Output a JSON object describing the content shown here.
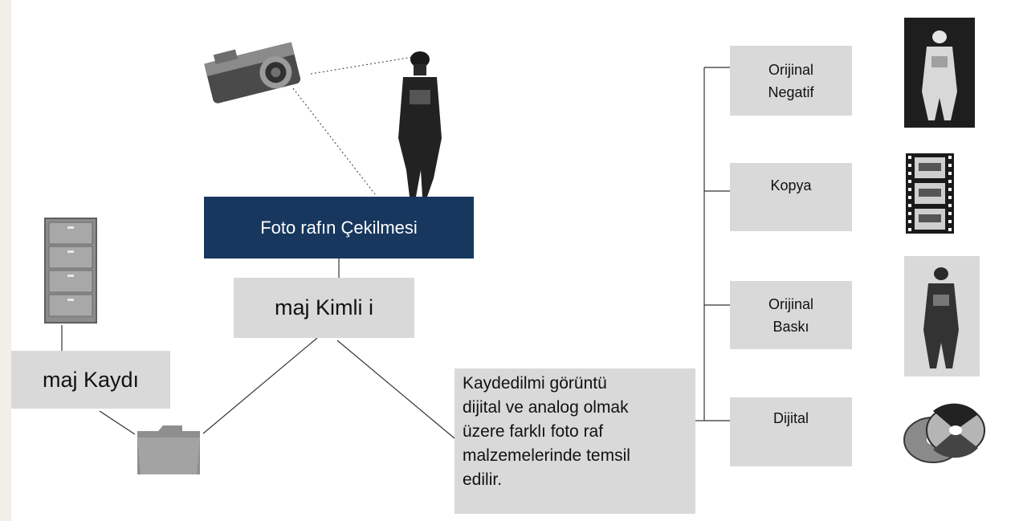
{
  "diagram": {
    "title": "Foto rafın Çekilmesi",
    "identity": "maj Kimli i",
    "record": "maj Kaydı",
    "note": [
      "Kaydedilmi görüntü",
      "dijital ve analog olmak",
      "üzere farklı foto raf",
      "malzemelerinde temsil",
      "edilir."
    ],
    "outputs": {
      "negatif": [
        "Orijinal",
        "Negatif"
      ],
      "kopya": "Kopya",
      "baski": [
        "Orijinal",
        "Baskı"
      ],
      "dijital": "Dijital"
    }
  },
  "icons": [
    "camera-icon",
    "person-silhouette-icon",
    "filing-cabinet-icon",
    "folder-icon",
    "negative-photo-icon",
    "film-strip-icon",
    "print-photo-icon",
    "cd-disc-icon"
  ],
  "colors": {
    "title_bg": "#17375e",
    "box_bg": "#d9d9d9",
    "left_strip": "#f0efe9"
  }
}
